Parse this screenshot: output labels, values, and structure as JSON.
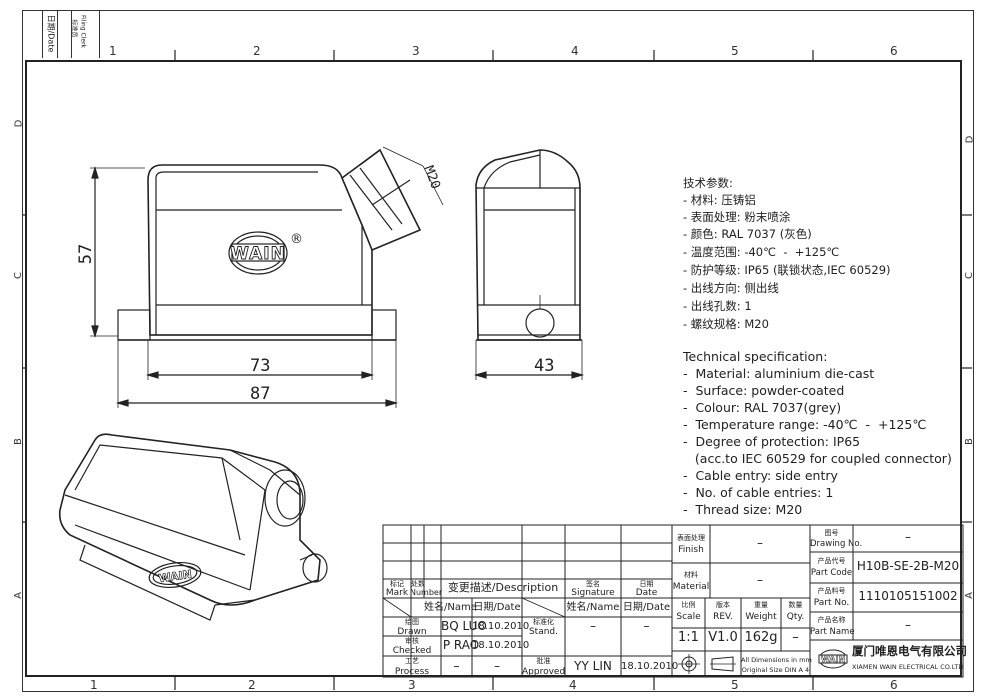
{
  "corner_labels": {
    "date": "日期/Date",
    "filing_clerk_cn": "标准员",
    "filing_clerk_en": "Filing Clerk"
  },
  "grid": {
    "columns": [
      "1",
      "2",
      "3",
      "4",
      "5",
      "6"
    ],
    "rows": [
      "D",
      "C",
      "B",
      "A"
    ]
  },
  "dimensions": {
    "height": "57",
    "thread_label": "M20",
    "inner_width": "73",
    "overall_width": "87",
    "depth": "43"
  },
  "logo": {
    "brand": "WAIN",
    "registered": "®"
  },
  "spec_cn": {
    "title": "技术参数:",
    "lines": [
      "- 材料: 压铸铝",
      "- 表面处理: 粉末喷涂",
      "- 颜色: RAL 7037 (灰色)",
      "- 温度范围: -40℃  -  +125℃",
      "- 防护等级: IP65 (联锁状态,IEC 60529)",
      "- 出线方向: 侧出线",
      "- 出线孔数: 1",
      "- 螺纹规格: M20"
    ]
  },
  "spec_en": {
    "title": "Technical specification:",
    "lines": [
      "-  Material: aluminium die-cast",
      "-  Surface: powder-coated",
      "-  Colour: RAL 7037(grey)",
      "-  Temperature range: -40℃  -  +125℃",
      "-  Degree of protection: IP65",
      "   (acc.to IEC 60529 for coupled connector)",
      "-  Cable entry: side entry",
      "-  No. of cable entries: 1",
      "-  Thread size: M20"
    ]
  },
  "title_block": {
    "mark_cn": "标记",
    "mark_en": "Mark",
    "number_cn": "处数",
    "number_en": "Number",
    "desc": "变更描述/Description",
    "sig_cn": "签名",
    "sig_en": "Signature",
    "date_cn": "日期",
    "date_en": "Date",
    "name_date_1": "姓名/Name",
    "date_col_1": "日期/Date",
    "name_date_2": "姓名/Name",
    "date_col_2": "日期/Date",
    "drawn_cn": "绘图",
    "drawn_en": "Drawn",
    "drawn_name": "BQ LUO",
    "drawn_date": "18.10.2010",
    "checked_cn": "审核",
    "checked_en": "Checked",
    "checked_name": "P RAO",
    "checked_date": "18.10.2010",
    "process_cn": "工艺",
    "process_en": "Process",
    "process_name": "–",
    "process_date": "–",
    "stand_cn": "标准化",
    "stand_en": "Stand.",
    "stand_name": "–",
    "stand_date": "–",
    "approved_cn": "批准",
    "approved_en": "Approved",
    "approved_name": "YY LIN",
    "approved_date": "18.10.2010",
    "finish_cn": "表面处理",
    "finish_en": "Finish",
    "finish_val": "–",
    "material_cn": "材料",
    "material_en": "Material",
    "material_val": "–",
    "scale_cn": "比例",
    "scale_en": "Scale",
    "scale_val": "1:1",
    "rev_cn": "版本",
    "rev_en": "REV.",
    "rev_val": "V1.0",
    "weight_cn": "重量",
    "weight_en": "Weight",
    "weight_val": "162g",
    "qty_cn": "数量",
    "qty_en": "Qty.",
    "qty_val": "–",
    "dims_note_1": "All Dimensions in mm",
    "dims_note_2": "Original Size DIN A 4",
    "drawing_no_cn": "图号",
    "drawing_no_en": "Drawing No.",
    "drawing_no_val": "–",
    "part_code_cn": "产品代号",
    "part_code_en": "Part Code",
    "part_code_val": "H10B-SE-2B-M20",
    "part_no_cn": "产品料号",
    "part_no_en": "Part No.",
    "part_no_val": "1110105151002",
    "part_name_cn": "产品名称",
    "part_name_en": "Part Name",
    "part_name_val": "–",
    "company_cn": "厦门唯恩电气有限公司",
    "company_en": "XIAMEN WAIN ELECTRICAL CO.LTD"
  }
}
